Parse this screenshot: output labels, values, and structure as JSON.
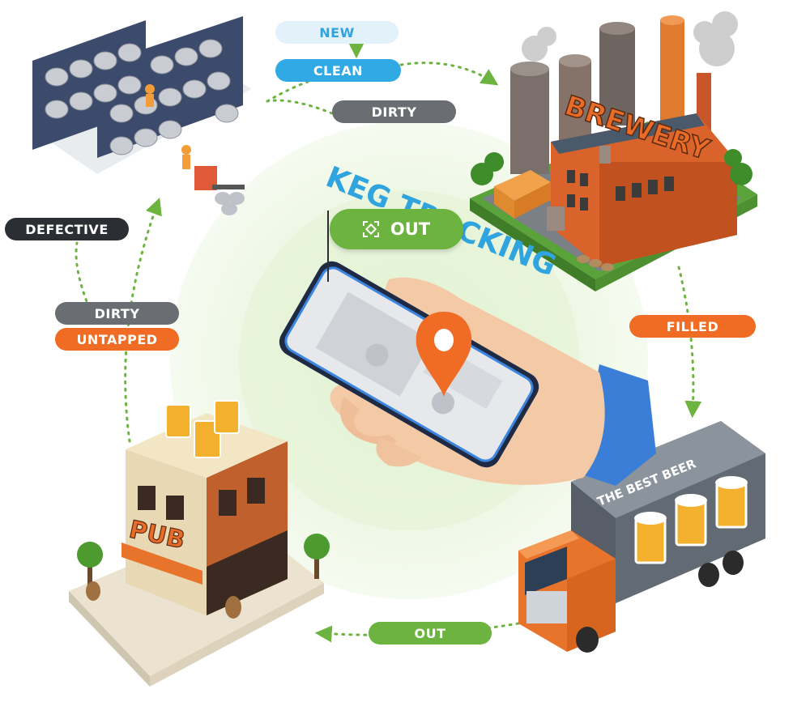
{
  "title": "KEG TRACKING",
  "tracking_badge": {
    "label": "OUT",
    "icon": "scan-icon"
  },
  "nodes": {
    "warehouse": {
      "icon": "keg-warehouse-icon"
    },
    "brewery": {
      "sign": "BREWERY",
      "icon": "brewery-factory-icon"
    },
    "truck": {
      "sign": "THE BEST BEER",
      "icon": "delivery-truck-icon"
    },
    "pub": {
      "sign": "PUB",
      "icon": "pub-building-icon"
    }
  },
  "status_labels": {
    "new": "NEW",
    "clean": "CLEAN",
    "dirty_top": "DIRTY",
    "filled": "FILLED",
    "out_bottom": "OUT",
    "dirty_left": "DIRTY",
    "untapped": "UNTAPPED",
    "defective": "DEFECTIVE"
  },
  "colors": {
    "blue": "#31a9e4",
    "gray": "#6a6e72",
    "orange": "#f06b23",
    "green": "#6cb33f",
    "dark": "#2b2e32"
  }
}
